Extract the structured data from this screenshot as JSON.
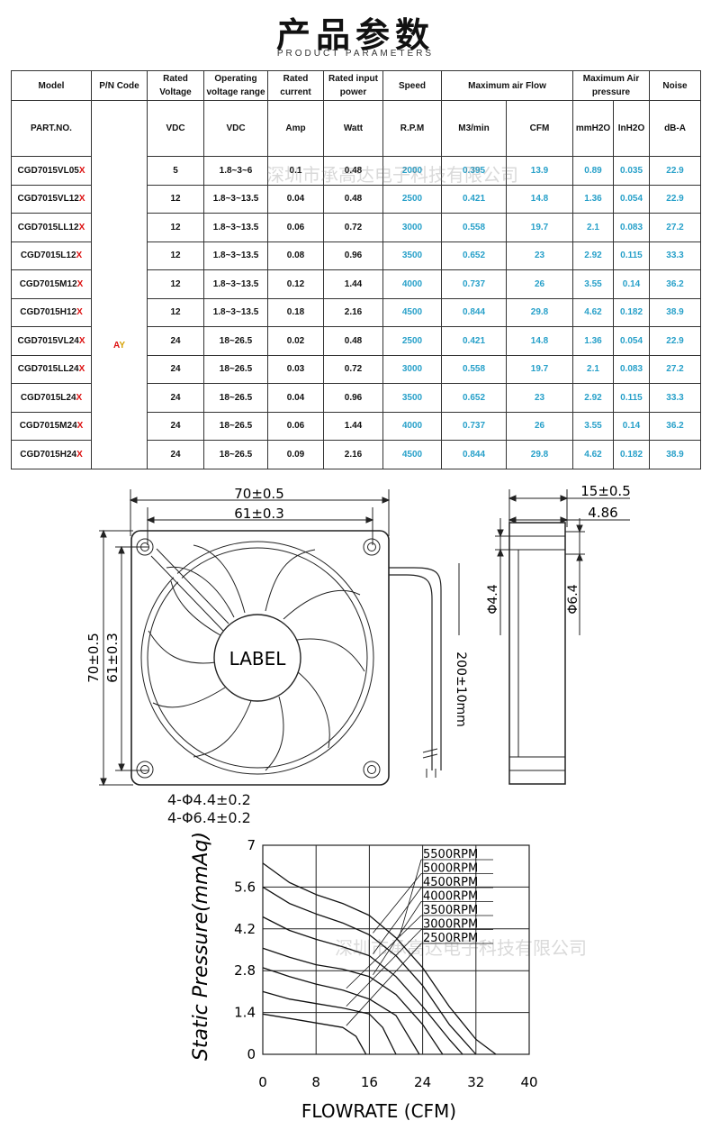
{
  "header": {
    "title": "产品参数",
    "subtitle": "PRODUCT PARAMETERS"
  },
  "table": {
    "head1": [
      "Model",
      "P/N Code",
      "Rated Voltage",
      "Operating voltage range",
      "Rated current",
      "Rated input power",
      "Speed",
      "Maximum air Flow",
      "Maximum Air pressure",
      "Noise"
    ],
    "head2": [
      "PART.NO.",
      "VDC",
      "VDC",
      "Amp",
      "Watt",
      "R.P.M",
      "M3/min",
      "CFM",
      "mmH2O",
      "InH2O",
      "dB-A"
    ],
    "pn_code": {
      "prefix": "A",
      "suffix": "Y"
    },
    "model_suffix": "X",
    "rows": [
      {
        "model": "CGD7015VL05",
        "voltage": "5",
        "range": "1.8~3~6",
        "current": "0.1",
        "power": "0.48",
        "rpm": "2000",
        "m3": "0.395",
        "cfm": "13.9",
        "mmh2o": "0.89",
        "inh2o": "0.035",
        "noise": "22.9"
      },
      {
        "model": "CGD7015VL12",
        "voltage": "12",
        "range": "1.8~3~13.5",
        "current": "0.04",
        "power": "0.48",
        "rpm": "2500",
        "m3": "0.421",
        "cfm": "14.8",
        "mmh2o": "1.36",
        "inh2o": "0.054",
        "noise": "22.9"
      },
      {
        "model": "CGD7015LL12",
        "voltage": "12",
        "range": "1.8~3~13.5",
        "current": "0.06",
        "power": "0.72",
        "rpm": "3000",
        "m3": "0.558",
        "cfm": "19.7",
        "mmh2o": "2.1",
        "inh2o": "0.083",
        "noise": "27.2"
      },
      {
        "model": "CGD7015L12",
        "voltage": "12",
        "range": "1.8~3~13.5",
        "current": "0.08",
        "power": "0.96",
        "rpm": "3500",
        "m3": "0.652",
        "cfm": "23",
        "mmh2o": "2.92",
        "inh2o": "0.115",
        "noise": "33.3"
      },
      {
        "model": "CGD7015M12",
        "voltage": "12",
        "range": "1.8~3~13.5",
        "current": "0.12",
        "power": "1.44",
        "rpm": "4000",
        "m3": "0.737",
        "cfm": "26",
        "mmh2o": "3.55",
        "inh2o": "0.14",
        "noise": "36.2"
      },
      {
        "model": "CGD7015H12",
        "voltage": "12",
        "range": "1.8~3~13.5",
        "current": "0.18",
        "power": "2.16",
        "rpm": "4500",
        "m3": "0.844",
        "cfm": "29.8",
        "mmh2o": "4.62",
        "inh2o": "0.182",
        "noise": "38.9"
      },
      {
        "model": "CGD7015VL24",
        "voltage": "24",
        "range": "18~26.5",
        "current": "0.02",
        "power": "0.48",
        "rpm": "2500",
        "m3": "0.421",
        "cfm": "14.8",
        "mmh2o": "1.36",
        "inh2o": "0.054",
        "noise": "22.9"
      },
      {
        "model": "CGD7015LL24",
        "voltage": "24",
        "range": "18~26.5",
        "current": "0.03",
        "power": "0.72",
        "rpm": "3000",
        "m3": "0.558",
        "cfm": "19.7",
        "mmh2o": "2.1",
        "inh2o": "0.083",
        "noise": "27.2"
      },
      {
        "model": "CGD7015L24",
        "voltage": "24",
        "range": "18~26.5",
        "current": "0.04",
        "power": "0.96",
        "rpm": "3500",
        "m3": "0.652",
        "cfm": "23",
        "mmh2o": "2.92",
        "inh2o": "0.115",
        "noise": "33.3"
      },
      {
        "model": "CGD7015M24",
        "voltage": "24",
        "range": "18~26.5",
        "current": "0.06",
        "power": "1.44",
        "rpm": "4000",
        "m3": "0.737",
        "cfm": "26",
        "mmh2o": "3.55",
        "inh2o": "0.14",
        "noise": "36.2"
      },
      {
        "model": "CGD7015H24",
        "voltage": "24",
        "range": "18~26.5",
        "current": "0.09",
        "power": "2.16",
        "rpm": "4500",
        "m3": "0.844",
        "cfm": "29.8",
        "mmh2o": "4.62",
        "inh2o": "0.182",
        "noise": "38.9"
      }
    ]
  },
  "drawing": {
    "label": "LABEL",
    "dim_outer": "70±0.5",
    "dim_inner": "61±0.3",
    "dim_wire": "200±10mm",
    "hole_small": "4-Φ4.4±0.2",
    "hole_large": "4-Φ6.4±0.2",
    "side_thickness": "15±0.5",
    "side_inner": "4.86",
    "side_phi_small": "Φ4.4",
    "side_phi_large": "Φ6.4"
  },
  "watermark": "深圳市承高达电子科技有限公司",
  "chart_data": {
    "type": "line",
    "xlabel": "FLOWRATE (CFM)",
    "ylabel": "Static Pressure(mmAq)",
    "xlim": [
      0,
      40
    ],
    "ylim": [
      0,
      7
    ],
    "xticks": [
      "0",
      "8",
      "16",
      "24",
      "32",
      "40"
    ],
    "yticks": [
      "0",
      "1.4",
      "2.8",
      "4.2",
      "5.6",
      "7"
    ],
    "grid": true,
    "series": [
      {
        "name": "5500RPM",
        "x": [
          0,
          4,
          8,
          12,
          16,
          20,
          24,
          28,
          32,
          35
        ],
        "y": [
          6.4,
          5.75,
          5.35,
          5.05,
          4.65,
          3.9,
          2.9,
          1.6,
          0.5,
          0
        ]
      },
      {
        "name": "5000RPM",
        "x": [
          0,
          4,
          8,
          12,
          16,
          20,
          24,
          28,
          32
        ],
        "y": [
          5.6,
          5.05,
          4.7,
          4.4,
          4.0,
          3.3,
          2.3,
          1.0,
          0
        ]
      },
      {
        "name": "4500RPM",
        "x": [
          0,
          4,
          8,
          12,
          16,
          20,
          24,
          28,
          30
        ],
        "y": [
          4.6,
          4.15,
          3.85,
          3.6,
          3.3,
          2.6,
          1.6,
          0.5,
          0
        ]
      },
      {
        "name": "4000RPM",
        "x": [
          0,
          4,
          8,
          12,
          16,
          20,
          24,
          27
        ],
        "y": [
          3.55,
          3.25,
          3.0,
          2.85,
          2.6,
          2.0,
          1.0,
          0
        ]
      },
      {
        "name": "3500RPM",
        "x": [
          0,
          4,
          8,
          12,
          16,
          20,
          23.5
        ],
        "y": [
          2.9,
          2.6,
          2.35,
          2.15,
          1.85,
          1.3,
          0
        ]
      },
      {
        "name": "3000RPM",
        "x": [
          0,
          4,
          8,
          12,
          16,
          18,
          20
        ],
        "y": [
          2.1,
          1.85,
          1.7,
          1.55,
          1.35,
          0.9,
          0
        ]
      },
      {
        "name": "2500RPM",
        "x": [
          0,
          4,
          8,
          12,
          14,
          15.5
        ],
        "y": [
          1.35,
          1.2,
          1.05,
          0.9,
          0.6,
          0
        ]
      }
    ]
  }
}
